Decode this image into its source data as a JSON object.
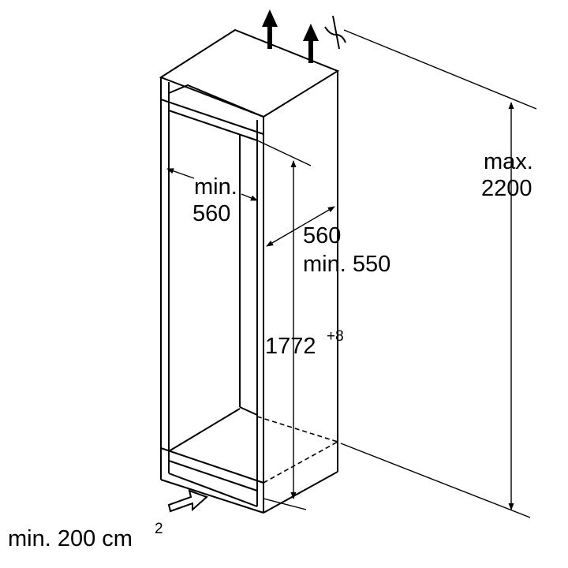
{
  "labels": {
    "height_max_prefix": "max.",
    "height_max_value": "2200",
    "width_min_prefix": "min.",
    "width_min_value": "560",
    "depth_value": "560",
    "depth_min": "min. 550",
    "niche_height": "1772",
    "niche_height_tolerance": "+8",
    "ventilation_prefix": "min. 200 cm",
    "ventilation_exponent": "2"
  },
  "colors": {
    "line": "#000000",
    "background": "#ffffff"
  }
}
